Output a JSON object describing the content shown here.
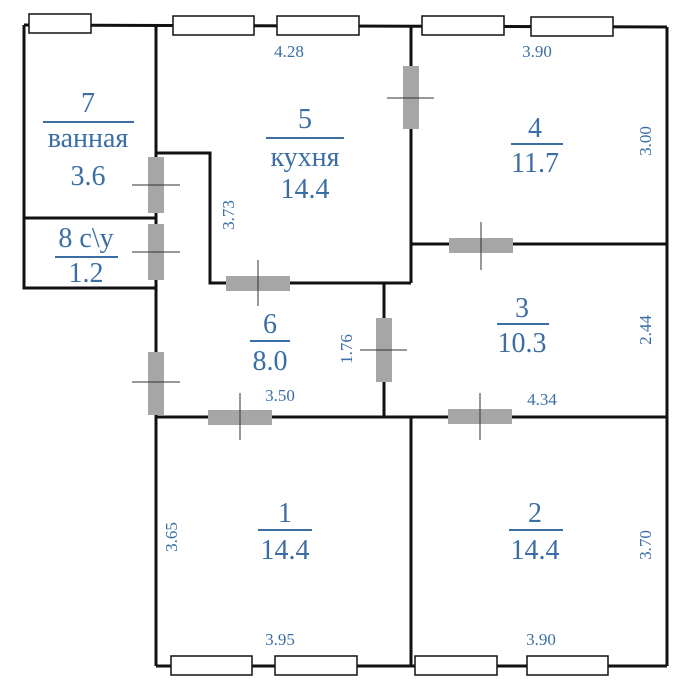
{
  "rooms": [
    {
      "number": "1",
      "area": "14.4"
    },
    {
      "number": "2",
      "area": "14.4"
    },
    {
      "number": "3",
      "area": "10.3"
    },
    {
      "number": "4",
      "area": "11.7"
    },
    {
      "number": "5",
      "name": "кухня",
      "area": "14.4"
    },
    {
      "number": "6",
      "area": "8.0"
    },
    {
      "number": "7",
      "name": "ванная",
      "area": "3.6"
    },
    {
      "number": "8 с\\у",
      "area": "1.2"
    }
  ],
  "dimensions": {
    "kitchen_width": "4.28",
    "kitchen_depth": "3.73",
    "room4_width": "3.90",
    "room4_depth": "3.00",
    "room3_depth": "2.44",
    "room3_width": "4.34",
    "hall_depth": "1.76",
    "hall_width": "3.50",
    "room1_depth": "3.65",
    "room1_width": "3.95",
    "room2_depth": "3.70",
    "room2_width": "3.90"
  },
  "colors": {
    "label": "#3a6ea5",
    "wall": "#111111",
    "door": "#a6a6a6"
  }
}
